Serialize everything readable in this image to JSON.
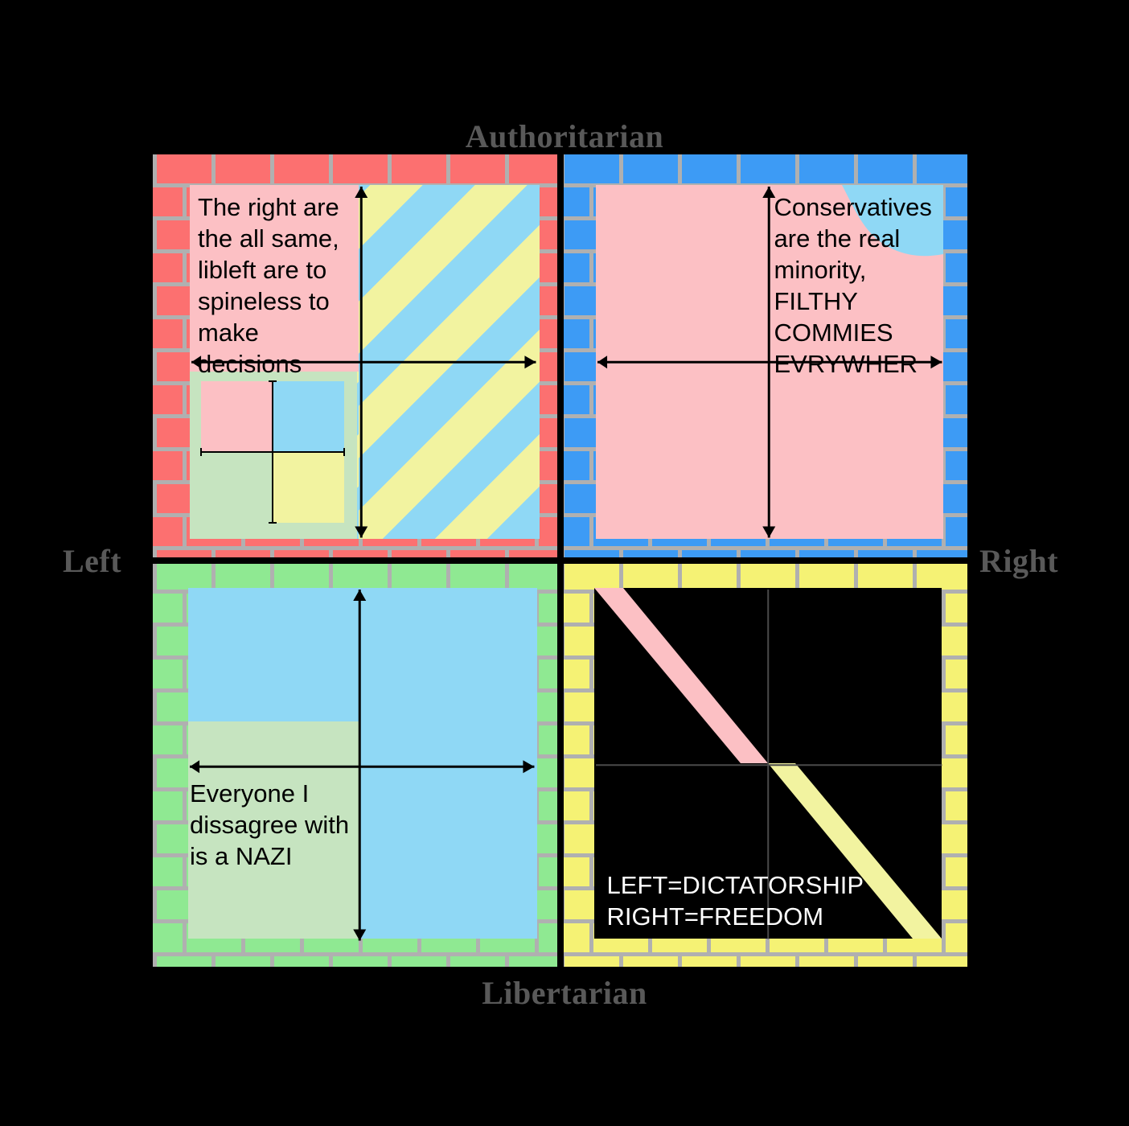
{
  "meta": {
    "kind": "political-compass-meme",
    "background_color": "#000000"
  },
  "axes": {
    "top_label": "Authoritarian",
    "bottom_label": "Libertarian",
    "left_label": "Left",
    "right_label": "Right",
    "label_color": "#595959"
  },
  "quadrants": [
    {
      "id": "authleft",
      "position": "top-left",
      "wall_color": "#fc7070",
      "mortar_color": "#b0b0b0",
      "caption": "The right are the all same, libleft are to spineless to make decisions",
      "caption_color": "#000000",
      "inner": {
        "left_fill": "#fcc0c4",
        "right_fill": "stripes-blue-yellow",
        "stripe_colors": [
          "#8fd8f5",
          "#f2f3a0"
        ]
      },
      "nested_compass": {
        "background": "#c6e4c0",
        "top_left": "#fcc0c4",
        "top_right": "#8fd8f5",
        "bottom_left": "#c6e4c0",
        "bottom_right": "#f2f3a0"
      }
    },
    {
      "id": "authright",
      "position": "top-right",
      "wall_color": "#3d9bf5",
      "mortar_color": "#b0b0b0",
      "caption": "Conservatives are the real minority, FILTHY COMMIES EVRYWHER",
      "caption_color": "#000000",
      "inner": {
        "main_fill": "#fcc0c4",
        "patch_fill": "#8fd8f5"
      }
    },
    {
      "id": "libleft",
      "position": "bottom-left",
      "wall_color": "#8fe992",
      "mortar_color": "#b0b0b0",
      "caption": "Everyone I dissagree with is a NAZI",
      "caption_color": "#000000",
      "inner": {
        "blue_fill": "#8fd8f5",
        "green_fill": "#c6e4c0"
      }
    },
    {
      "id": "libright",
      "position": "bottom-right",
      "wall_color": "#f5f274",
      "mortar_color": "#b0b0b0",
      "caption": "LEFT=DICTATORSHIP\nRIGHT=FREEDOM",
      "caption_color": "#ffffff",
      "inner": {
        "main_fill": "#000000",
        "diagonal_top": "#fcc0c4",
        "diagonal_bottom": "#f2f3a0"
      }
    }
  ]
}
